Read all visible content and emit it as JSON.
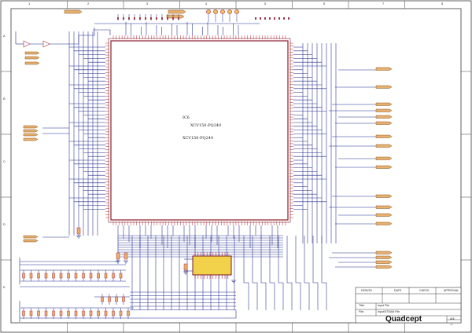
{
  "ic": {
    "ref": "IC6",
    "part_1": "XCV150-PQ240",
    "part_2": "XCV150-PQ240"
  },
  "title_block": {
    "headers": [
      "DESIGN",
      "DATE",
      "CHECK",
      "APPROVAL"
    ],
    "title_label": "Title:",
    "title_value": "Input File",
    "file_label": "File:",
    "file_value": "Input/XTEAM File",
    "brand": "Quadcept",
    "sheet_num": "4/4",
    "sheet_rev": "-/-"
  },
  "zones": {
    "columns": [
      "1",
      "2",
      "3",
      "4",
      "5",
      "6",
      "7",
      "8"
    ],
    "rows": [
      "A",
      "B",
      "C",
      "D",
      "E"
    ]
  },
  "colors": {
    "border": "#3a3a3a",
    "wire": "#1f2a8a",
    "chip_outline": "#8a1f2a",
    "pin": "#b03040",
    "port_fill": "#e8b070",
    "port_stroke": "#8a5a20",
    "connector_fill": "#f2d24a",
    "connector_stroke": "#7a1a2a"
  }
}
